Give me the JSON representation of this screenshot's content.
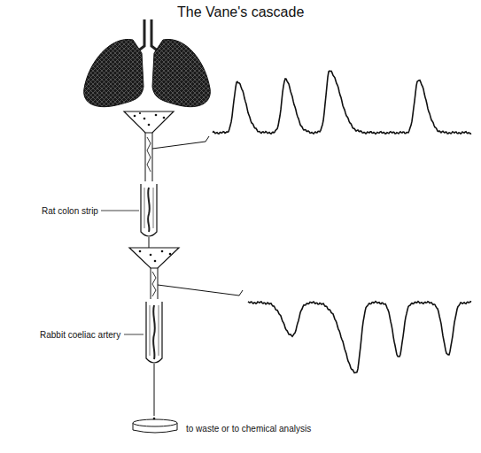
{
  "diagram": {
    "title": "The Vane's cascade",
    "labels": [
      "Rat colon strip",
      "Rabbit coeliac artery",
      "to waste or to chemical analysis"
    ]
  }
}
